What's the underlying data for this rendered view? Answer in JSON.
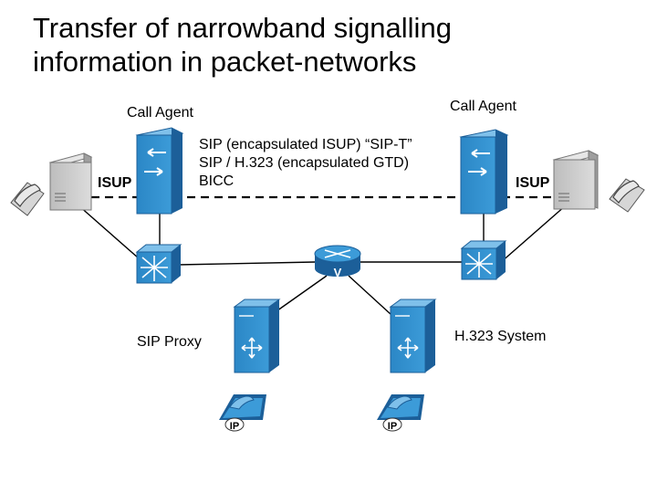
{
  "title": {
    "line1": "Transfer of narrowband signalling",
    "line2": "information in packet-networks"
  },
  "labels": {
    "call_agent_left": "Call Agent",
    "call_agent_right": "Call Agent",
    "isup_left": "ISUP",
    "isup_right": "ISUP",
    "sip_proxy": "SIP Proxy",
    "h323_system": "H.323 System"
  },
  "protocols": [
    "SIP (encapsulated ISUP) “SIP-T”",
    "SIP / H.323 (encapsulated GTD)",
    "BICC"
  ],
  "ip_badge": "IP",
  "router_mark": "V",
  "icons": [
    "pbx-left-icon",
    "phone-left-icon",
    "call-agent-left-icon",
    "call-agent-right-icon",
    "pbx-right-icon",
    "phone-right-icon",
    "atm-switch-left-icon",
    "atm-switch-right-icon",
    "router-icon",
    "sip-proxy-server-icon",
    "h323-server-icon",
    "ip-phone-left-icon",
    "ip-phone-right-icon"
  ],
  "colors": {
    "device_blue": "#2f8fce",
    "device_dark": "#1c5f99",
    "pbx_gray": "#c9c9c9",
    "line": "#000000"
  }
}
